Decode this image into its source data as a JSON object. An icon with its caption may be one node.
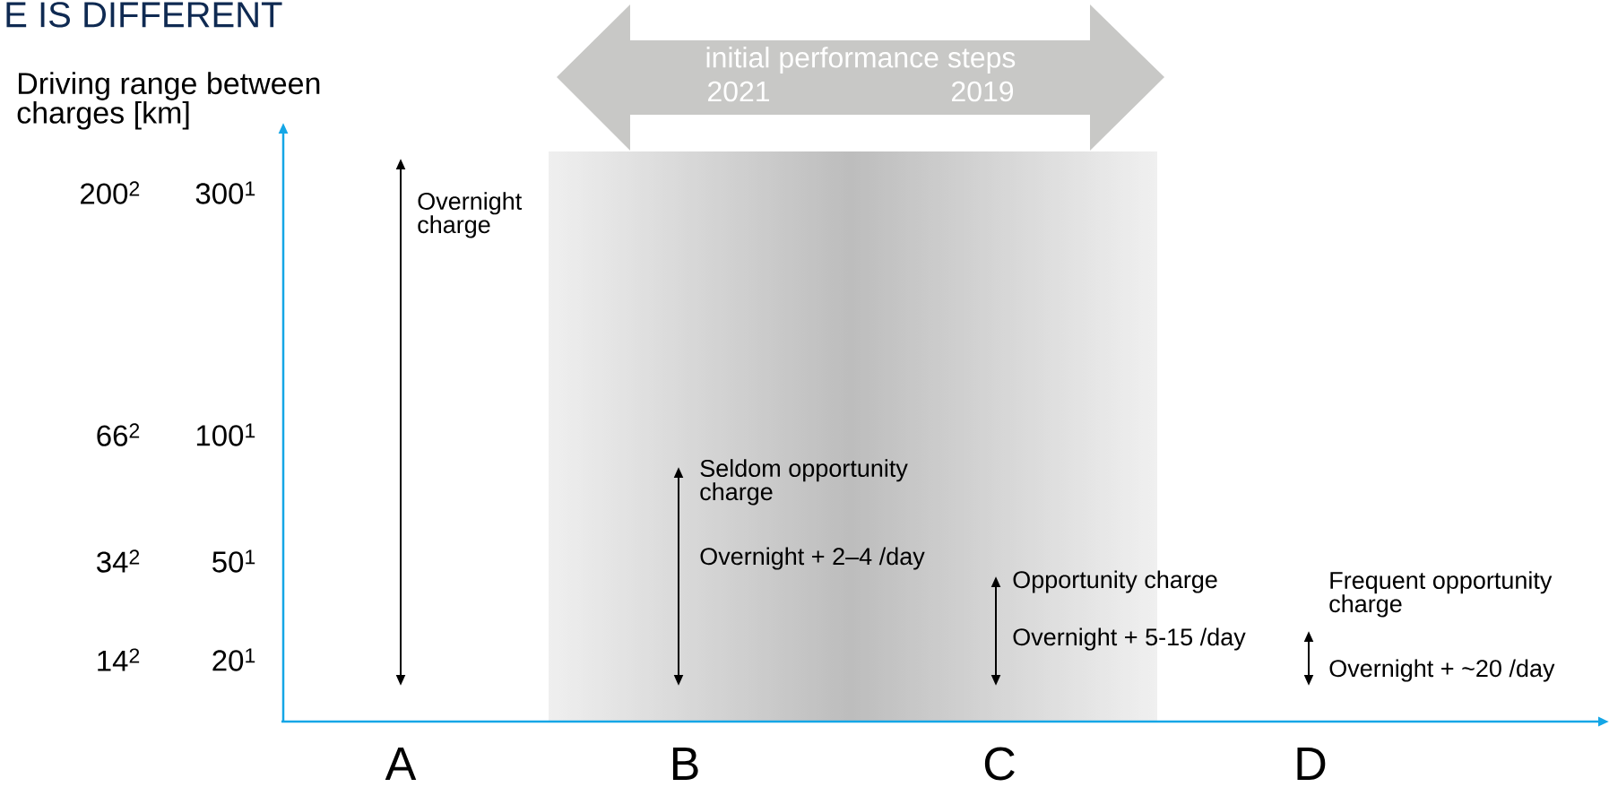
{
  "diagram": {
    "title": "E IS DIFFERENT",
    "nodes": [
      {
        "text": [
          "initial performance steps",
          "2021",
          "2019"
        ]
      }
    ],
    "labels": [
      "Driving range between charges [km]",
      "200$^{2}$",
      "300$^{1}$",
      "66$^{2}$",
      "100$^{1}$",
      "34$^{2}$",
      "50$^{1}$",
      "14$^{2}$",
      "20$^{1}$",
      "Overnight charge",
      "Seldom opportunity charge",
      "Overnight + 2–4 /day",
      "Opportunity charge",
      "Overnight + 5-15 /day",
      "Frequent opportunity charge",
      "Overnight + ~20 /day",
      "A",
      "B",
      "C",
      "D"
    ]
  }
}
